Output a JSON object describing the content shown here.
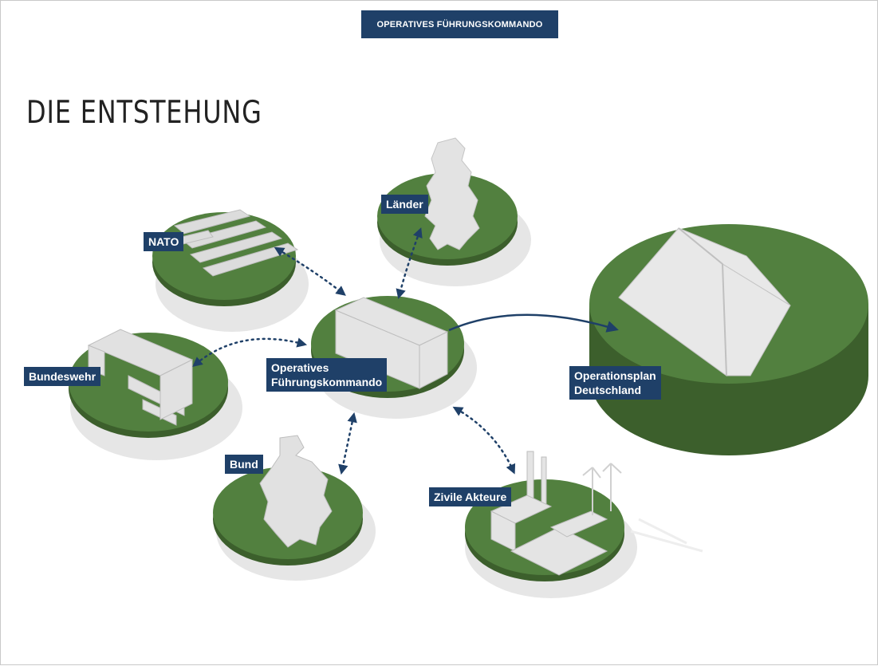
{
  "header": {
    "tag": "OPERATIVES FÜHRUNGSKOMMANDO"
  },
  "title": "DIE ENTSTEHUNG",
  "nodes": {
    "nato": "NATO",
    "laender": "Länder",
    "bundeswehr": "Bundeswehr",
    "center_line1": "Operatives",
    "center_line2": "Führungskommando",
    "bund": "Bund",
    "zivile": "Zivile Akteure",
    "plan_line1": "Operationsplan",
    "plan_line2": "Deutschland"
  },
  "colors": {
    "navy": "#1f4068",
    "disk_green": "#4f7a3c",
    "disk_dark": "#3c5f2c",
    "model_white": "#e9e9e9"
  }
}
